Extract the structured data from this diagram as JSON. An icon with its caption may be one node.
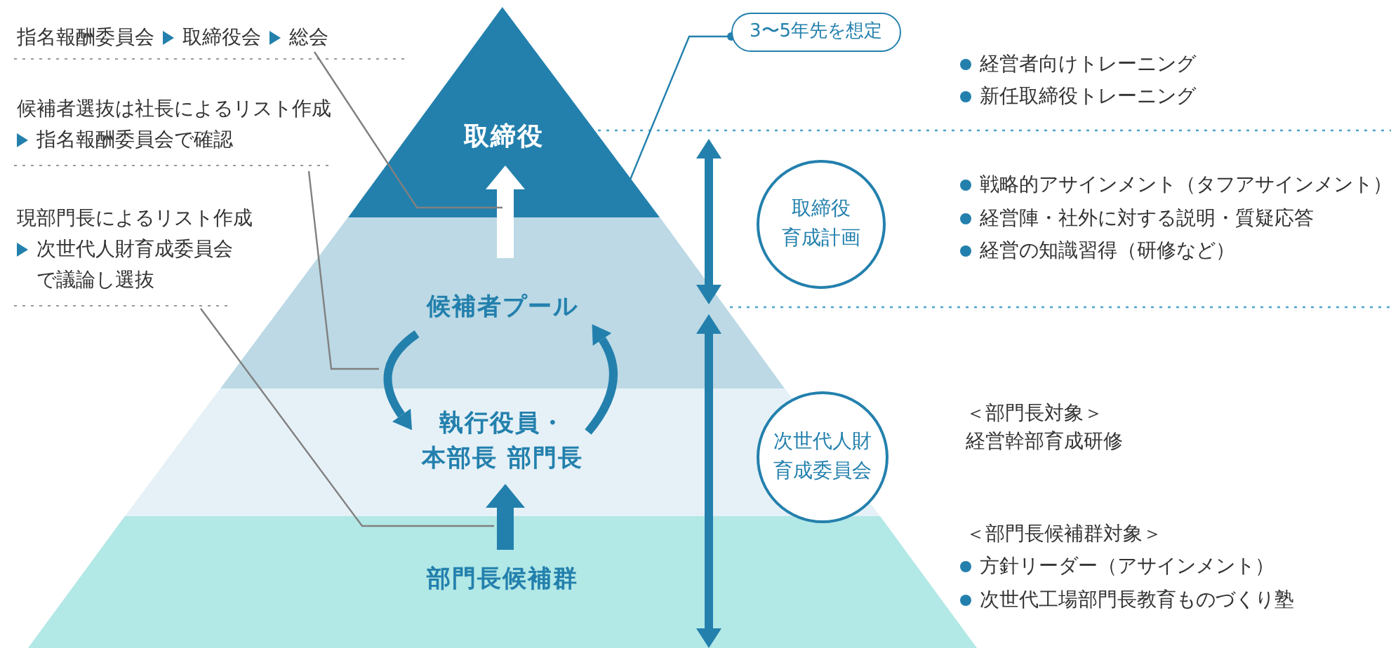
{
  "diagram": {
    "nodes": [
      {
        "text": [
          "取締役"
        ]
      },
      {
        "text": [
          "候補者プール"
        ]
      },
      {
        "text": [
          "執行役員・",
          "本部長 部門長"
        ]
      },
      {
        "text": [
          "部門長候補群"
        ]
      },
      {
        "text": [
          "指名報酬委員会",
          "取締役会",
          "総会"
        ]
      },
      {
        "text": [
          "候補者選抜は社長によるリスト作成",
          "指名報酬委員会で確認"
        ]
      },
      {
        "text": [
          "現部門長によるリスト作成",
          "次世代人財育成委員会で議論し選抜"
        ]
      },
      {
        "text": [
          "3〜5年先を想定"
        ]
      },
      {
        "text": [
          "取締役",
          "育成計画"
        ]
      },
      {
        "text": [
          "次世代人財",
          "育成委員会"
        ]
      }
    ],
    "edges": [
      {
        "from": 3,
        "to": 2,
        "arrow": "to",
        "style": "thick"
      },
      {
        "from": 1,
        "to": 0,
        "arrow": "to",
        "style": "thick",
        "color": "#ffffff"
      },
      {
        "from": 1,
        "to": 2,
        "arrow": "to",
        "style": "thick"
      },
      {
        "from": 2,
        "to": 1,
        "arrow": "to",
        "style": "thick"
      },
      {
        "from": 4,
        "to": 0,
        "arrow": "none",
        "color": "#808080"
      },
      {
        "from": 5,
        "to": 1,
        "arrow": "none",
        "color": "#808080"
      },
      {
        "from": 6,
        "to": 3,
        "arrow": "none",
        "color": "#808080"
      },
      {
        "from": 7,
        "to": 0,
        "arrow": "other"
      }
    ],
    "labels": [
      "経営者向けトレーニング",
      "新任取締役トレーニング",
      "戦略的アサインメント（タフアサインメント）",
      "経営陣・社外に対する説明・質疑応答",
      "経営の知識習得（研修など）",
      "＜部門長対象＞",
      "経営幹部育成研修",
      "＜部門長候補群対象＞",
      "方針リーダー（アサインメント）",
      "次世代工場部門長教育ものづくり塾"
    ]
  }
}
